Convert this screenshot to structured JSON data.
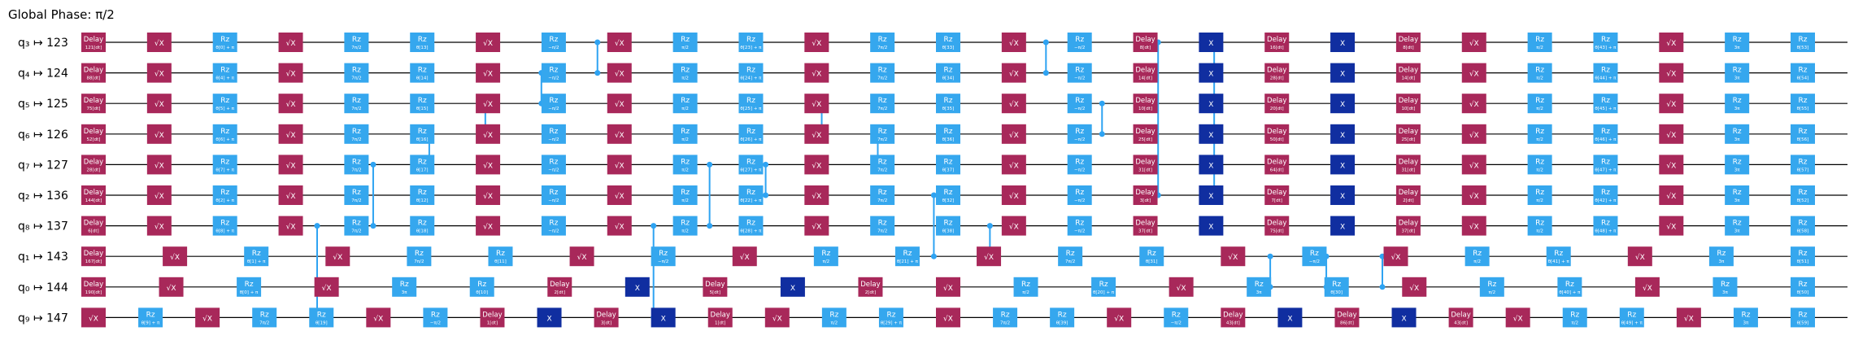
{
  "global_phase": "Global Phase: π/2",
  "colors": {
    "delay": "#a8285a",
    "sx": "#a8285a",
    "rz": "#35a7ee",
    "x": "#102ea0",
    "ctrl": "#2ea3f2"
  },
  "qubits": [
    {
      "label": "q₃ ↦ 123",
      "gates": [
        [
          "delay",
          "Delay",
          "121[dt]"
        ],
        [
          "sx",
          "√X"
        ],
        [
          "rz",
          "Rz",
          "θ[0] + π"
        ],
        [
          "sx",
          "√X"
        ],
        [
          "rz",
          "Rz",
          "7π/2"
        ],
        [
          "rz",
          "Rz",
          "θ[13]"
        ],
        [
          "sx",
          "√X"
        ],
        [
          "rz",
          "Rz",
          "−π/2"
        ],
        [
          "sx",
          "√X"
        ],
        [
          "rz",
          "Rz",
          "π/2"
        ],
        [
          "rz",
          "Rz",
          "θ[23] + π"
        ],
        [
          "sx",
          "√X"
        ],
        [
          "rz",
          "Rz",
          "7π/2"
        ],
        [
          "rz",
          "Rz",
          "θ[33]"
        ],
        [
          "sx",
          "√X"
        ],
        [
          "rz",
          "Rz",
          "−π/2"
        ],
        [
          "delay",
          "Delay",
          "8[dt]"
        ],
        [
          "x",
          "X"
        ],
        [
          "delay",
          "Delay",
          "16[dt]"
        ],
        [
          "x",
          "X"
        ],
        [
          "delay",
          "Delay",
          "8[dt]"
        ],
        [
          "sx",
          "√X"
        ],
        [
          "rz",
          "Rz",
          "π/2"
        ],
        [
          "rz",
          "Rz",
          "θ[43] + π"
        ],
        [
          "sx",
          "√X"
        ],
        [
          "rz",
          "Rz",
          "3π"
        ],
        [
          "rz",
          "Rz",
          "θ[53]"
        ]
      ]
    },
    {
      "label": "q₄ ↦ 124",
      "gates": [
        [
          "delay",
          "Delay",
          "88[dt]"
        ],
        [
          "sx",
          "√X"
        ],
        [
          "rz",
          "Rz",
          "θ[4] + π"
        ],
        [
          "sx",
          "√X"
        ],
        [
          "rz",
          "Rz",
          "7π/2"
        ],
        [
          "rz",
          "Rz",
          "θ[14]"
        ],
        [
          "sx",
          "√X"
        ],
        [
          "rz",
          "Rz",
          "−π/2"
        ],
        [
          "sx",
          "√X"
        ],
        [
          "rz",
          "Rz",
          "π/2"
        ],
        [
          "rz",
          "Rz",
          "θ[24] + π"
        ],
        [
          "sx",
          "√X"
        ],
        [
          "rz",
          "Rz",
          "7π/2"
        ],
        [
          "rz",
          "Rz",
          "θ[34]"
        ],
        [
          "sx",
          "√X"
        ],
        [
          "rz",
          "Rz",
          "−π/2"
        ],
        [
          "delay",
          "Delay",
          "14[dt]"
        ],
        [
          "x",
          "X"
        ],
        [
          "delay",
          "Delay",
          "28[dt]"
        ],
        [
          "x",
          "X"
        ],
        [
          "delay",
          "Delay",
          "14[dt]"
        ],
        [
          "sx",
          "√X"
        ],
        [
          "rz",
          "Rz",
          "π/2"
        ],
        [
          "rz",
          "Rz",
          "θ[44] + π"
        ],
        [
          "sx",
          "√X"
        ],
        [
          "rz",
          "Rz",
          "3π"
        ],
        [
          "rz",
          "Rz",
          "θ[54]"
        ]
      ]
    },
    {
      "label": "q₅ ↦ 125",
      "gates": [
        [
          "delay",
          "Delay",
          "75[dt]"
        ],
        [
          "sx",
          "√X"
        ],
        [
          "rz",
          "Rz",
          "θ[5] + π"
        ],
        [
          "sx",
          "√X"
        ],
        [
          "rz",
          "Rz",
          "7π/2"
        ],
        [
          "rz",
          "Rz",
          "θ[15]"
        ],
        [
          "sx",
          "√X"
        ],
        [
          "rz",
          "Rz",
          "−π/2"
        ],
        [
          "sx",
          "√X"
        ],
        [
          "rz",
          "Rz",
          "π/2"
        ],
        [
          "rz",
          "Rz",
          "θ[25] + π"
        ],
        [
          "sx",
          "√X"
        ],
        [
          "rz",
          "Rz",
          "7π/2"
        ],
        [
          "rz",
          "Rz",
          "θ[35]"
        ],
        [
          "sx",
          "√X"
        ],
        [
          "rz",
          "Rz",
          "−π/2"
        ],
        [
          "delay",
          "Delay",
          "10[dt]"
        ],
        [
          "x",
          "X"
        ],
        [
          "delay",
          "Delay",
          "20[dt]"
        ],
        [
          "x",
          "X"
        ],
        [
          "delay",
          "Delay",
          "10[dt]"
        ],
        [
          "sx",
          "√X"
        ],
        [
          "rz",
          "Rz",
          "π/2"
        ],
        [
          "rz",
          "Rz",
          "θ[45] + π"
        ],
        [
          "sx",
          "√X"
        ],
        [
          "rz",
          "Rz",
          "3π"
        ],
        [
          "rz",
          "Rz",
          "θ[55]"
        ]
      ]
    },
    {
      "label": "q₆ ↦ 126",
      "gates": [
        [
          "delay",
          "Delay",
          "52[dt]"
        ],
        [
          "sx",
          "√X"
        ],
        [
          "rz",
          "Rz",
          "θ[6] + π"
        ],
        [
          "sx",
          "√X"
        ],
        [
          "rz",
          "Rz",
          "7π/2"
        ],
        [
          "rz",
          "Rz",
          "θ[16]"
        ],
        [
          "sx",
          "√X"
        ],
        [
          "rz",
          "Rz",
          "−π/2"
        ],
        [
          "sx",
          "√X"
        ],
        [
          "rz",
          "Rz",
          "π/2"
        ],
        [
          "rz",
          "Rz",
          "θ[26] + π"
        ],
        [
          "sx",
          "√X"
        ],
        [
          "rz",
          "Rz",
          "7π/2"
        ],
        [
          "rz",
          "Rz",
          "θ[36]"
        ],
        [
          "sx",
          "√X"
        ],
        [
          "rz",
          "Rz",
          "−π/2"
        ],
        [
          "delay",
          "Delay",
          "25[dt]"
        ],
        [
          "x",
          "X"
        ],
        [
          "delay",
          "Delay",
          "50[dt]"
        ],
        [
          "x",
          "X"
        ],
        [
          "delay",
          "Delay",
          "25[dt]"
        ],
        [
          "sx",
          "√X"
        ],
        [
          "rz",
          "Rz",
          "π/2"
        ],
        [
          "rz",
          "Rz",
          "θ[46] + π"
        ],
        [
          "sx",
          "√X"
        ],
        [
          "rz",
          "Rz",
          "3π"
        ],
        [
          "rz",
          "Rz",
          "θ[56]"
        ]
      ]
    },
    {
      "label": "q₇ ↦ 127",
      "gates": [
        [
          "delay",
          "Delay",
          "28[dt]"
        ],
        [
          "sx",
          "√X"
        ],
        [
          "rz",
          "Rz",
          "θ[7] + π"
        ],
        [
          "sx",
          "√X"
        ],
        [
          "rz",
          "Rz",
          "7π/2"
        ],
        [
          "rz",
          "Rz",
          "θ[17]"
        ],
        [
          "sx",
          "√X"
        ],
        [
          "rz",
          "Rz",
          "−π/2"
        ],
        [
          "sx",
          "√X"
        ],
        [
          "rz",
          "Rz",
          "π/2"
        ],
        [
          "rz",
          "Rz",
          "θ[27] + π"
        ],
        [
          "sx",
          "√X"
        ],
        [
          "rz",
          "Rz",
          "7π/2"
        ],
        [
          "rz",
          "Rz",
          "θ[37]"
        ],
        [
          "sx",
          "√X"
        ],
        [
          "rz",
          "Rz",
          "−π/2"
        ],
        [
          "delay",
          "Delay",
          "31[dt]"
        ],
        [
          "x",
          "X"
        ],
        [
          "delay",
          "Delay",
          "64[dt]"
        ],
        [
          "x",
          "X"
        ],
        [
          "delay",
          "Delay",
          "31[dt]"
        ],
        [
          "sx",
          "√X"
        ],
        [
          "rz",
          "Rz",
          "π/2"
        ],
        [
          "rz",
          "Rz",
          "θ[47] + π"
        ],
        [
          "sx",
          "√X"
        ],
        [
          "rz",
          "Rz",
          "3π"
        ],
        [
          "rz",
          "Rz",
          "θ[57]"
        ]
      ]
    },
    {
      "label": "q₂ ↦ 136",
      "gates": [
        [
          "delay",
          "Delay",
          "144[dt]"
        ],
        [
          "sx",
          "√X"
        ],
        [
          "rz",
          "Rz",
          "θ[2] + π"
        ],
        [
          "sx",
          "√X"
        ],
        [
          "rz",
          "Rz",
          "7π/2"
        ],
        [
          "rz",
          "Rz",
          "θ[12]"
        ],
        [
          "sx",
          "√X"
        ],
        [
          "rz",
          "Rz",
          "−π/2"
        ],
        [
          "sx",
          "√X"
        ],
        [
          "rz",
          "Rz",
          "π/2"
        ],
        [
          "rz",
          "Rz",
          "θ[22] + π"
        ],
        [
          "sx",
          "√X"
        ],
        [
          "rz",
          "Rz",
          "7π/2"
        ],
        [
          "rz",
          "Rz",
          "θ[32]"
        ],
        [
          "sx",
          "√X"
        ],
        [
          "rz",
          "Rz",
          "−π/2"
        ],
        [
          "delay",
          "Delay",
          "3[dt]"
        ],
        [
          "x",
          "X"
        ],
        [
          "delay",
          "Delay",
          "7[dt]"
        ],
        [
          "x",
          "X"
        ],
        [
          "delay",
          "Delay",
          "2[dt]"
        ],
        [
          "sx",
          "√X"
        ],
        [
          "rz",
          "Rz",
          "π/2"
        ],
        [
          "rz",
          "Rz",
          "θ[42] + π"
        ],
        [
          "sx",
          "√X"
        ],
        [
          "rz",
          "Rz",
          "3π"
        ],
        [
          "rz",
          "Rz",
          "θ[52]"
        ]
      ]
    },
    {
      "label": "q₈ ↦ 137",
      "gates": [
        [
          "delay",
          "Delay",
          "6[dt]"
        ],
        [
          "sx",
          "√X"
        ],
        [
          "rz",
          "Rz",
          "θ[8] + π"
        ],
        [
          "sx",
          "√X"
        ],
        [
          "rz",
          "Rz",
          "7π/2"
        ],
        [
          "rz",
          "Rz",
          "θ[18]"
        ],
        [
          "sx",
          "√X"
        ],
        [
          "rz",
          "Rz",
          "−π/2"
        ],
        [
          "sx",
          "√X"
        ],
        [
          "rz",
          "Rz",
          "π/2"
        ],
        [
          "rz",
          "Rz",
          "θ[28] + π"
        ],
        [
          "sx",
          "√X"
        ],
        [
          "rz",
          "Rz",
          "7π/2"
        ],
        [
          "rz",
          "Rz",
          "θ[38]"
        ],
        [
          "sx",
          "√X"
        ],
        [
          "rz",
          "Rz",
          "−π/2"
        ],
        [
          "delay",
          "Delay",
          "37[dt]"
        ],
        [
          "x",
          "X"
        ],
        [
          "delay",
          "Delay",
          "75[dt]"
        ],
        [
          "x",
          "X"
        ],
        [
          "delay",
          "Delay",
          "37[dt]"
        ],
        [
          "sx",
          "√X"
        ],
        [
          "rz",
          "Rz",
          "π/2"
        ],
        [
          "rz",
          "Rz",
          "θ[48] + π"
        ],
        [
          "sx",
          "√X"
        ],
        [
          "rz",
          "Rz",
          "3π"
        ],
        [
          "rz",
          "Rz",
          "θ[58]"
        ]
      ]
    },
    {
      "label": "q₁ ↦ 143",
      "gates": [
        [
          "delay",
          "Delay",
          "167[dt]"
        ],
        [
          "sx",
          "√X"
        ],
        [
          "rz",
          "Rz",
          "θ[1] + π"
        ],
        [
          "sx",
          "√X"
        ],
        [
          "rz",
          "Rz",
          "7π/2"
        ],
        [
          "rz",
          "Rz",
          "θ[11]"
        ],
        [
          "sx",
          "√X"
        ],
        [
          "rz",
          "Rz",
          "−π/2"
        ],
        [
          "sx",
          "√X"
        ],
        [
          "rz",
          "Rz",
          "π/2"
        ],
        [
          "rz",
          "Rz",
          "θ[21] + π"
        ],
        [
          "sx",
          "√X"
        ],
        [
          "rz",
          "Rz",
          "7π/2"
        ],
        [
          "rz",
          "Rz",
          "θ[31]"
        ],
        [
          "sx",
          "√X"
        ],
        [
          "rz",
          "Rz",
          "−π/2"
        ],
        [
          "sx",
          "√X"
        ],
        [
          "rz",
          "Rz",
          "π/2"
        ],
        [
          "rz",
          "Rz",
          "θ[41] + π"
        ],
        [
          "sx",
          "√X"
        ],
        [
          "rz",
          "Rz",
          "3π"
        ],
        [
          "rz",
          "Rz",
          "θ[51]"
        ]
      ]
    },
    {
      "label": "q₀ ↦ 144",
      "gates": [
        [
          "delay",
          "Delay",
          "190[dt]"
        ],
        [
          "sx",
          "√X"
        ],
        [
          "rz",
          "Rz",
          "θ[0] + π"
        ],
        [
          "sx",
          "√X"
        ],
        [
          "rz",
          "Rz",
          "3π"
        ],
        [
          "rz",
          "Rz",
          "θ[10]"
        ],
        [
          "delay",
          "Delay",
          "2[dt]"
        ],
        [
          "x",
          "X"
        ],
        [
          "delay",
          "Delay",
          "5[dt]"
        ],
        [
          "x",
          "X"
        ],
        [
          "delay",
          "Delay",
          "2[dt]"
        ],
        [
          "sx",
          "√X"
        ],
        [
          "rz",
          "Rz",
          "π/2"
        ],
        [
          "rz",
          "Rz",
          "θ[20] + π"
        ],
        [
          "sx",
          "√X"
        ],
        [
          "rz",
          "Rz",
          "3π"
        ],
        [
          "rz",
          "Rz",
          "θ[30]"
        ],
        [
          "sx",
          "√X"
        ],
        [
          "rz",
          "Rz",
          "π/2"
        ],
        [
          "rz",
          "Rz",
          "θ[40] + π"
        ],
        [
          "sx",
          "√X"
        ],
        [
          "rz",
          "Rz",
          "3π"
        ],
        [
          "rz",
          "Rz",
          "θ[50]"
        ]
      ]
    },
    {
      "label": "q₉ ↦ 147",
      "gates": [
        [
          "sx",
          "√X"
        ],
        [
          "rz",
          "Rz",
          "θ[9] + π"
        ],
        [
          "sx",
          "√X"
        ],
        [
          "rz",
          "Rz",
          "7π/2"
        ],
        [
          "rz",
          "Rz",
          "θ[19]"
        ],
        [
          "sx",
          "√X"
        ],
        [
          "rz",
          "Rz",
          "−π/2"
        ],
        [
          "delay",
          "Delay",
          "1[dt]"
        ],
        [
          "x",
          "X"
        ],
        [
          "delay",
          "Delay",
          "3[dt]"
        ],
        [
          "x",
          "X"
        ],
        [
          "delay",
          "Delay",
          "1[dt]"
        ],
        [
          "sx",
          "√X"
        ],
        [
          "rz",
          "Rz",
          "π/2"
        ],
        [
          "rz",
          "Rz",
          "θ[29] + π"
        ],
        [
          "sx",
          "√X"
        ],
        [
          "rz",
          "Rz",
          "7π/2"
        ],
        [
          "rz",
          "Rz",
          "θ[39]"
        ],
        [
          "sx",
          "√X"
        ],
        [
          "rz",
          "Rz",
          "−π/2"
        ],
        [
          "delay",
          "Delay",
          "43[dt]"
        ],
        [
          "x",
          "X"
        ],
        [
          "delay",
          "Delay",
          "86[dt]"
        ],
        [
          "x",
          "X"
        ],
        [
          "delay",
          "Delay",
          "43[dt]"
        ],
        [
          "sx",
          "√X"
        ],
        [
          "rz",
          "Rz",
          "π/2"
        ],
        [
          "rz",
          "Rz",
          "θ[49] + π"
        ],
        [
          "sx",
          "√X"
        ],
        [
          "rz",
          "Rz",
          "3π"
        ],
        [
          "rz",
          "Rz",
          "θ[59]"
        ]
      ]
    }
  ],
  "connections": [
    {
      "q": [
        9,
        6
      ]
    },
    {
      "q": [
        6,
        4
      ]
    },
    {
      "q": [
        4,
        3
      ]
    },
    {
      "q": [
        3,
        2
      ]
    },
    {
      "q": [
        2,
        1
      ]
    },
    {
      "q": [
        1,
        0
      ]
    },
    {
      "q": [
        9,
        6
      ]
    },
    {
      "q": [
        6,
        4
      ]
    },
    {
      "q": [
        4,
        5
      ]
    },
    {
      "q": [
        3,
        2
      ]
    },
    {
      "q": [
        4,
        3
      ]
    },
    {
      "q": [
        5,
        7
      ]
    },
    {
      "q": [
        7,
        6
      ]
    },
    {
      "q": [
        1,
        0
      ]
    },
    {
      "q": [
        2,
        3
      ]
    },
    {
      "q": [
        0,
        5
      ]
    },
    {
      "q": [
        0,
        5
      ]
    },
    {
      "q": [
        7,
        8
      ]
    },
    {
      "q": [
        8,
        7
      ]
    },
    {
      "q": [
        8,
        7
      ]
    }
  ]
}
